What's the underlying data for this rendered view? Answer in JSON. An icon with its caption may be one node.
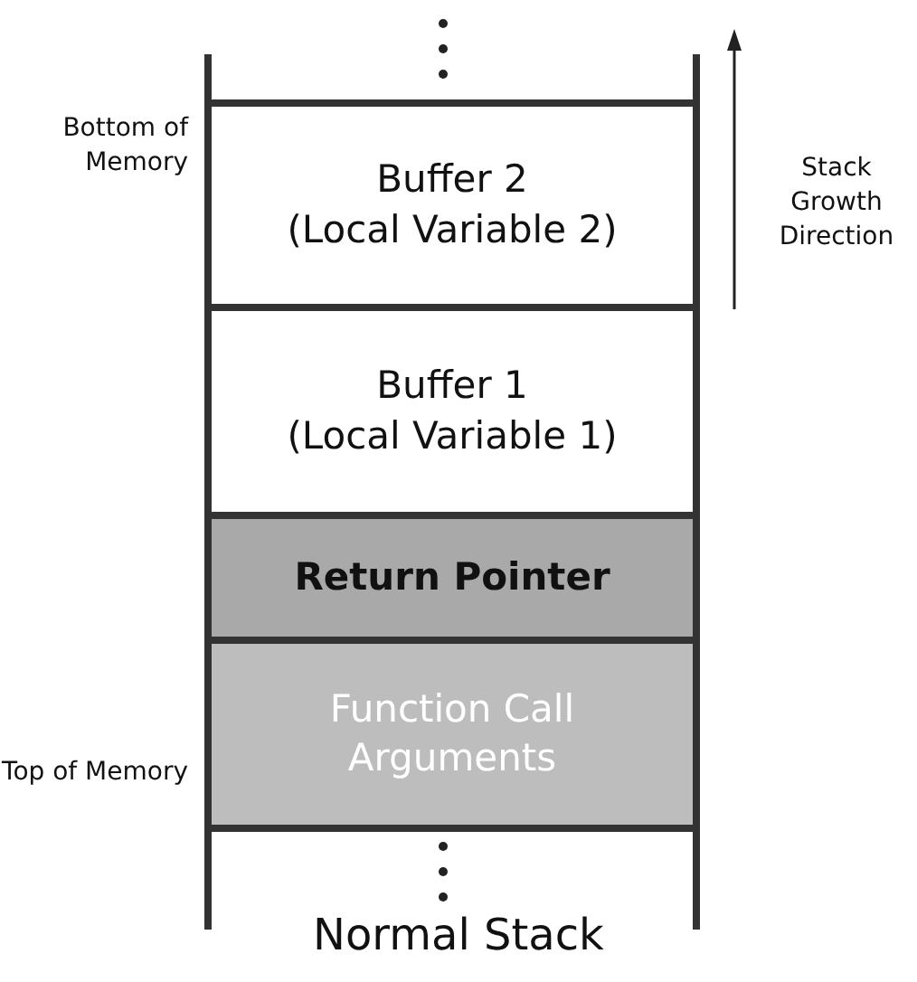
{
  "diagram": {
    "caption": "Normal Stack",
    "nodes": [
      {
        "text": [
          "Buffer 2",
          "(Local Variable 2)"
        ]
      },
      {
        "text": [
          "Buffer 1",
          "(Local Variable 1)"
        ]
      },
      {
        "text": [
          "Return Pointer"
        ]
      },
      {
        "text": [
          "Function Call Arguments"
        ]
      }
    ],
    "labels": [
      "Bottom of Memory",
      "Stack Growth Direction",
      "Top of Memory"
    ]
  }
}
